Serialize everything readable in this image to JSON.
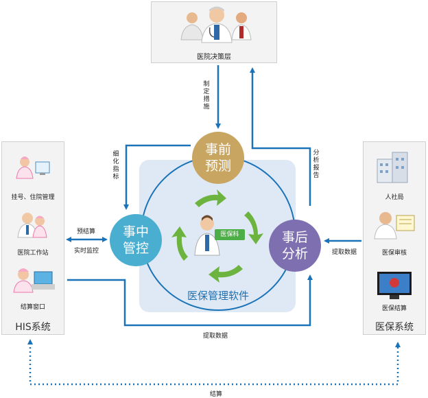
{
  "top": {
    "title": "医院决策层",
    "measure": "制定措施"
  },
  "left_panel": {
    "items": [
      "挂号、住院管理",
      "医院工作站",
      "结算窗口"
    ],
    "title": "HIS系统"
  },
  "right_panel": {
    "items": [
      "人社局",
      "医保审核",
      "医保结算"
    ],
    "title": "医保系统"
  },
  "center": {
    "pre": [
      "事前",
      "预测"
    ],
    "mid": [
      "事中",
      "管控"
    ],
    "post": [
      "事后",
      "分析"
    ],
    "label": "医保管理软件",
    "badge": "医保科"
  },
  "edges": {
    "detail_index": "细化指标",
    "analysis_report": "分析报告",
    "pre_settlement": "预结算",
    "realtime_monitor": "实时监控",
    "extract_data_right": "提取数据",
    "extract_data_bottom": "提取数据",
    "settlement": "结算"
  },
  "colors": {
    "line": "#1a73b8",
    "pre": "#c8a561",
    "mid": "#4aaed0",
    "post": "#7d6fb0",
    "arrow_green": "#6db33f",
    "inner_bg": "#dfe9f5"
  },
  "icons": [
    "doctor-group-icon",
    "nurse-computer-icon",
    "doctor-nurse-icon",
    "cashier-icon",
    "hospital-building-icon",
    "reviewer-icon",
    "monitor-seal-icon",
    "doctor-icon"
  ]
}
